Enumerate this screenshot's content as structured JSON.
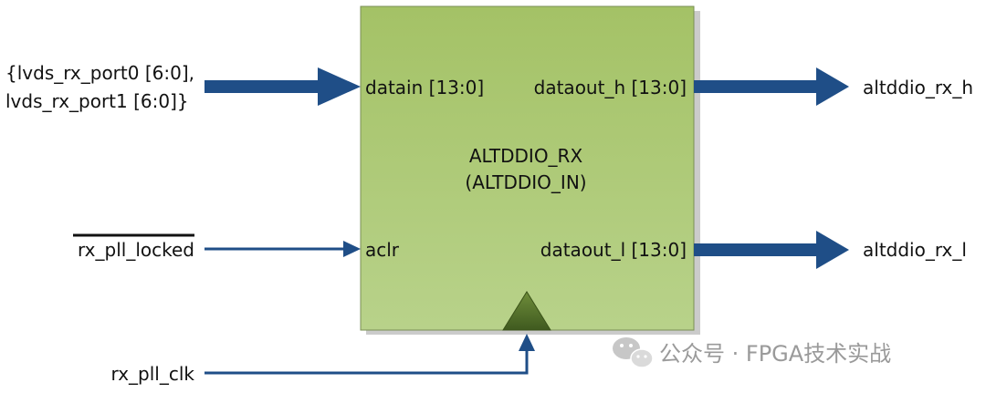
{
  "block": {
    "title_line1": "ALTDDIO_RX",
    "title_line2": "(ALTDDIO_IN)"
  },
  "ports": {
    "datain": "datain [13:0]",
    "dataout_h": "dataout_h [13:0]",
    "aclr": "aclr",
    "dataout_l": "dataout_l [13:0]"
  },
  "signals": {
    "input_line1": "{lvds_rx_port0 [6:0],",
    "input_line2": "lvds_rx_port1 [6:0]}",
    "reset": "rx_pll_locked",
    "clock": "rx_pll_clk",
    "out_h": "altddio_rx_h",
    "out_l": "altddio_rx_l"
  },
  "watermark": {
    "text": "公众号 · FPGA技术实战",
    "icon": "wechat-icon"
  },
  "colors": {
    "block_fill": "#a9c66e",
    "arrow": "#1f4e87",
    "clock_triangle": "#4f6a2a"
  }
}
